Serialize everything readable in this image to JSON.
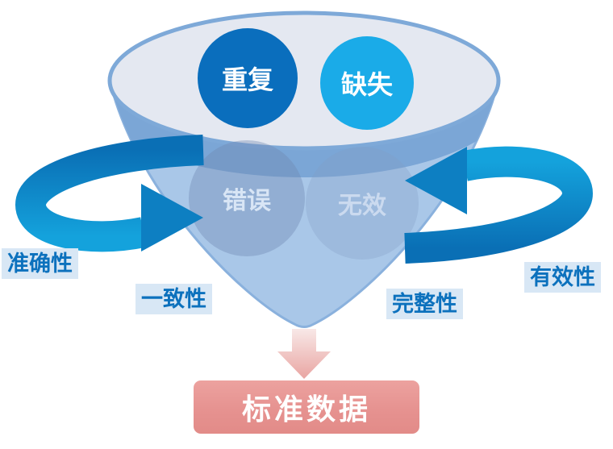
{
  "funnel": {
    "stage_circles": [
      {
        "label": "重复",
        "color": "#0a6ebd"
      },
      {
        "label": "缺失",
        "color": "#1aabe8"
      }
    ],
    "faded_circles": [
      {
        "label": "错误"
      },
      {
        "label": "无效"
      }
    ],
    "quality_labels": {
      "left": "准确性",
      "bottom_left": "一致性",
      "bottom_right": "完整性",
      "right": "有效性"
    },
    "output_label": "标准数据"
  },
  "colors": {
    "accent_blue": "#0c71bd",
    "cyan_blue": "#1aabe8",
    "funnel_fill": "#a9c7e8",
    "funnel_rim": "#7ba6d6",
    "ellipse_fill": "#e4e8f1",
    "arrow_blue_dark": "#0a6fb5",
    "arrow_blue_light": "#14a2dc",
    "label_background": "#d8e7f5",
    "result_fill": "#e69290",
    "result_arrow": "#e9a5a2"
  }
}
